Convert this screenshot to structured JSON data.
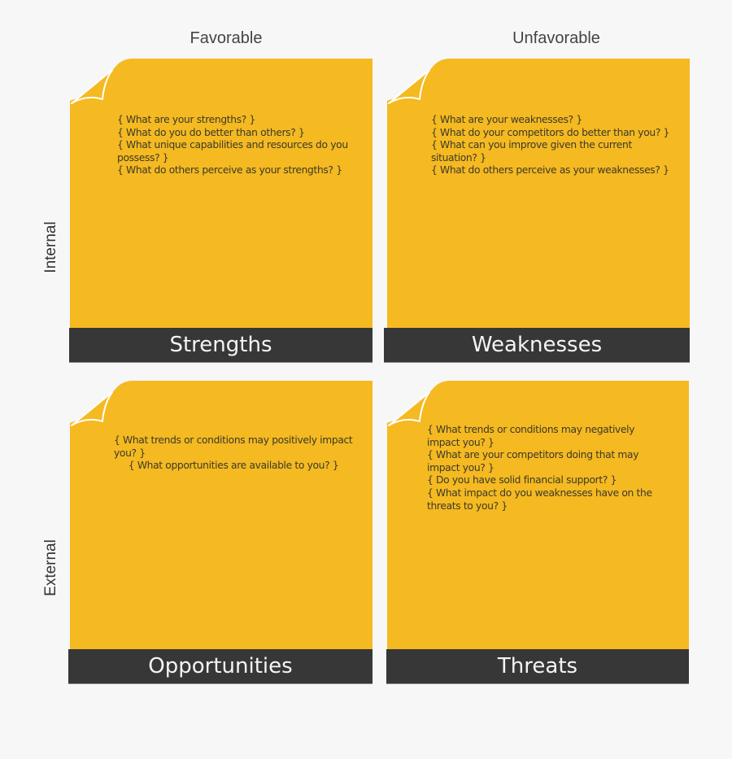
{
  "columns": {
    "favorable": "Favorable",
    "unfavorable": "Unfavorable"
  },
  "rows": {
    "internal": "Internal",
    "external": "External"
  },
  "colors": {
    "note": "#f5b921",
    "bar": "#373737",
    "background": "#f7f7f7"
  },
  "quadrants": {
    "strengths": {
      "title": "Strengths",
      "lines": [
        "{ What are your strengths? }",
        "{ What do you do better than others? }",
        "{ What unique capabilities and resources do you",
        "possess? }",
        "{ What do others perceive as your strengths? }"
      ]
    },
    "weaknesses": {
      "title": "Weaknesses",
      "lines": [
        "{ What are your weaknesses? }",
        "{ What do your competitors do better than you? }",
        "{ What can you improve given the current",
        "situation? }",
        "{ What do others perceive as your weaknesses? }"
      ]
    },
    "opportunities": {
      "title": "Opportunities",
      "lines": [
        "{ What trends or conditions may positively impact",
        "you? }",
        "     { What opportunities are available to you? }"
      ]
    },
    "threats": {
      "title": "Threats",
      "lines": [
        "{ What trends or conditions may negatively",
        "impact you? }",
        "{ What are your competitors doing that may",
        "impact you? }",
        "{ Do you have solid financial support? }",
        "{ What impact do you weaknesses have on the",
        "threats to you? }"
      ]
    }
  }
}
